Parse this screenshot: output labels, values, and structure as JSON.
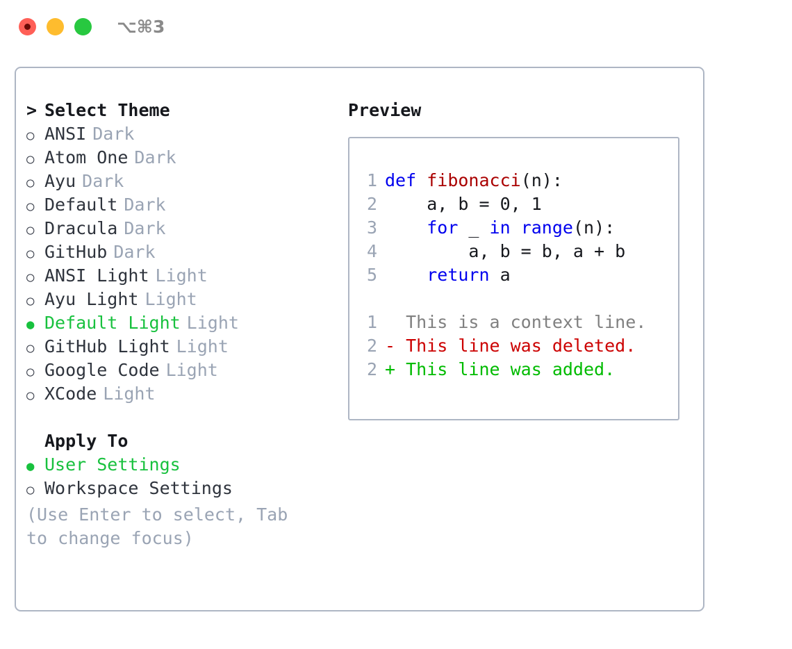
{
  "window": {
    "shortcut": "⌥⌘3",
    "traffic_lights": [
      {
        "name": "close",
        "color": "#ff5f57"
      },
      {
        "name": "minimize",
        "color": "#febc2e"
      },
      {
        "name": "maximize",
        "color": "#28c840"
      }
    ]
  },
  "colors": {
    "accent_green": "#18c13e",
    "muted": "#9aa4b4",
    "text": "#2f343d",
    "border": "#aeb6c4",
    "keyword_blue": "#0000ee",
    "function_red": "#aa0000",
    "diff_deleted": "#cc0000",
    "diff_added": "#00bb00",
    "diff_context": "#808080"
  },
  "theme_list": {
    "header": "Select Theme",
    "header_prefix": ">",
    "items": [
      {
        "name": "ANSI",
        "tag": "Dark",
        "selected": false
      },
      {
        "name": "Atom One",
        "tag": "Dark",
        "selected": false
      },
      {
        "name": "Ayu",
        "tag": "Dark",
        "selected": false
      },
      {
        "name": "Default",
        "tag": "Dark",
        "selected": false
      },
      {
        "name": "Dracula",
        "tag": "Dark",
        "selected": false
      },
      {
        "name": "GitHub",
        "tag": "Dark",
        "selected": false
      },
      {
        "name": "ANSI Light",
        "tag": "Light",
        "selected": false
      },
      {
        "name": "Ayu Light",
        "tag": "Light",
        "selected": false
      },
      {
        "name": "Default Light",
        "tag": "Light",
        "selected": true
      },
      {
        "name": "GitHub Light",
        "tag": "Light",
        "selected": false
      },
      {
        "name": "Google Code",
        "tag": "Light",
        "selected": false
      },
      {
        "name": "XCode",
        "tag": "Light",
        "selected": false
      }
    ]
  },
  "apply_to": {
    "header": "Apply To",
    "items": [
      {
        "name": "User Settings",
        "selected": true
      },
      {
        "name": "Workspace Settings",
        "selected": false
      }
    ]
  },
  "hint": "(Use Enter to select, Tab to change focus)",
  "preview": {
    "title": "Preview",
    "code_lines": [
      {
        "no": "1",
        "tokens": [
          {
            "t": "def ",
            "k": "kw"
          },
          {
            "t": "fibonacci",
            "k": "fn"
          },
          {
            "t": "(n):",
            "k": "plain"
          }
        ]
      },
      {
        "no": "2",
        "tokens": [
          {
            "t": "    a, b = 0, 1",
            "k": "plain"
          }
        ]
      },
      {
        "no": "3",
        "tokens": [
          {
            "t": "    ",
            "k": "plain"
          },
          {
            "t": "for",
            "k": "kw"
          },
          {
            "t": " _ ",
            "k": "plain"
          },
          {
            "t": "in",
            "k": "kw"
          },
          {
            "t": " ",
            "k": "plain"
          },
          {
            "t": "range",
            "k": "kw"
          },
          {
            "t": "(n):",
            "k": "plain"
          }
        ]
      },
      {
        "no": "4",
        "tokens": [
          {
            "t": "        a, b = b, a + b",
            "k": "plain"
          }
        ]
      },
      {
        "no": "5",
        "tokens": [
          {
            "t": "    ",
            "k": "plain"
          },
          {
            "t": "return",
            "k": "kw"
          },
          {
            "t": " a",
            "k": "plain"
          }
        ]
      }
    ],
    "diff_lines": [
      {
        "no": "1",
        "marker": " ",
        "text": " This is a context line.",
        "k": "ctx"
      },
      {
        "no": "2",
        "marker": "-",
        "text": " This line was deleted.",
        "k": "del"
      },
      {
        "no": "2",
        "marker": "+",
        "text": " This line was added.",
        "k": "add"
      }
    ]
  }
}
